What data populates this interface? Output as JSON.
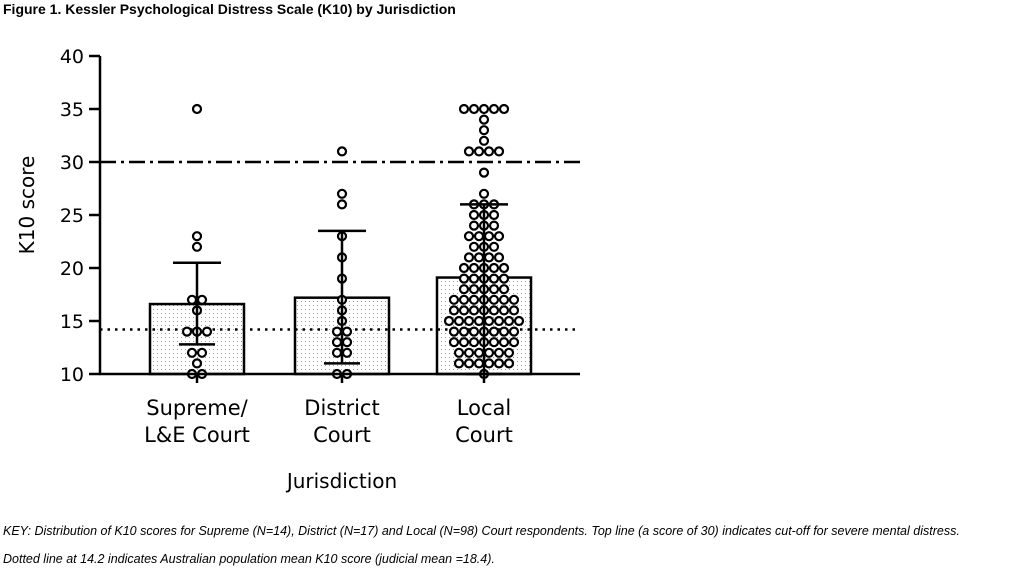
{
  "figure_title": "Figure 1. Kessler Psychological Distress Scale (K10) by Jurisdiction",
  "key_line1": "KEY: Distribution of K10 scores for Supreme (N=14), District (N=17) and Local (N=98) Court respondents. Top line (a score of 30) indicates cut-off for severe mental distress.",
  "key_line2": "Dotted line at 14.2 indicates Australian population mean K10 score (judicial mean =18.4).",
  "chart_data": {
    "type": "bar",
    "xlabel": "Jurisdiction",
    "ylabel": "K10 score",
    "ylim": [
      10,
      40
    ],
    "yticks": [
      10,
      15,
      20,
      25,
      30,
      35,
      40
    ],
    "categories": [
      {
        "lines": [
          "Supreme/",
          "L&E Court"
        ],
        "mean": 16.6,
        "sd_low": 12.8,
        "sd_high": 20.5,
        "n": 14,
        "points": [
          35,
          23,
          22,
          17,
          17,
          16,
          14,
          14,
          14,
          12,
          12,
          11,
          10,
          10
        ]
      },
      {
        "lines": [
          "District",
          "Court"
        ],
        "mean": 17.2,
        "sd_low": 11,
        "sd_high": 23.5,
        "n": 17,
        "points": [
          31,
          27,
          26,
          23,
          21,
          19,
          17,
          16,
          15,
          14,
          14,
          13,
          13,
          12,
          12,
          10,
          10
        ]
      },
      {
        "lines": [
          "Local",
          "Court"
        ],
        "mean": 19.1,
        "sd_low": 10,
        "sd_high": 26,
        "n": 98,
        "points": [
          35,
          35,
          35,
          35,
          35,
          34,
          33,
          32,
          31,
          31,
          31,
          31,
          29,
          27,
          26,
          26,
          26,
          25,
          25,
          25,
          24,
          24,
          24,
          23,
          23,
          23,
          23,
          22,
          22,
          22,
          21,
          21,
          21,
          21,
          20,
          20,
          20,
          20,
          20,
          19,
          19,
          19,
          19,
          19,
          18,
          18,
          18,
          18,
          18,
          17,
          17,
          17,
          17,
          17,
          17,
          17,
          16,
          16,
          16,
          16,
          16,
          16,
          16,
          15,
          15,
          15,
          15,
          15,
          15,
          15,
          15,
          14,
          14,
          14,
          14,
          14,
          14,
          14,
          13,
          13,
          13,
          13,
          13,
          13,
          13,
          12,
          12,
          12,
          12,
          12,
          12,
          11,
          11,
          11,
          11,
          11,
          11,
          10
        ]
      }
    ],
    "reference_lines": [
      {
        "value": 30,
        "style": "dash-dot"
      },
      {
        "value": 14.2,
        "style": "dotted"
      }
    ],
    "grid": false,
    "legend": "none"
  }
}
